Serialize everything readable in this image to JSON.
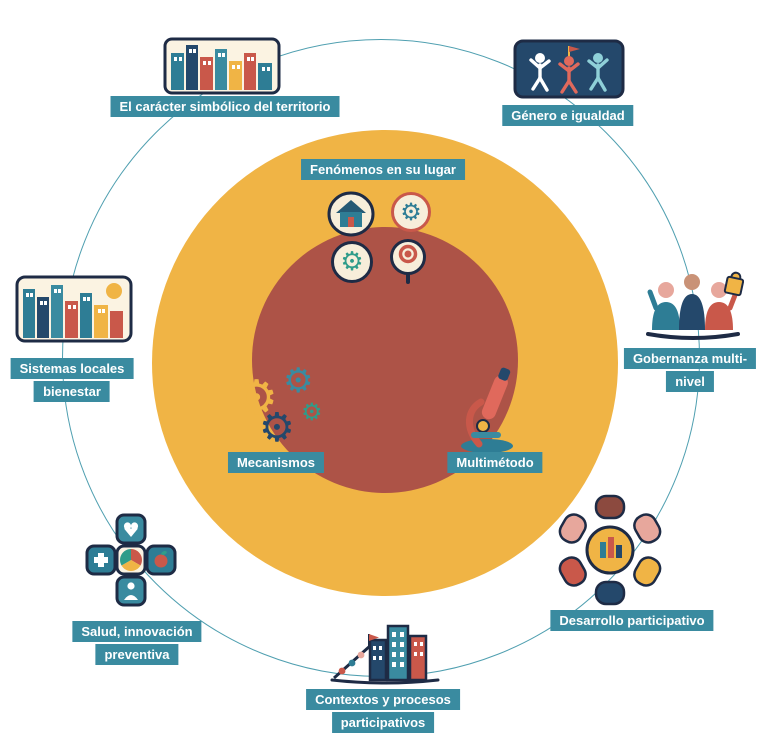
{
  "palette": {
    "teal_label_bg": "#3a8ba0",
    "yellow_circle": "#f0b445",
    "maroon_circle": "#ad5347",
    "orbit_line": "#4f9fb0",
    "dark_navy": "#1e2b45",
    "brick_red": "#c9584a",
    "teal_dark": "#2e7d95",
    "label_text": "#ffffff"
  },
  "center": {
    "fenomenos_label": "Fenómenos en su lugar",
    "mecanismos_label": "Mecanismos",
    "multimetodo_label": "Multimétodo"
  },
  "nodes": {
    "territorio": {
      "label": "El carácter simbólico del territorio",
      "icon": "city-skyline-icon"
    },
    "genero": {
      "label": "Género e igualdad",
      "icon": "people-equality-icon"
    },
    "gobernanza": {
      "label": "Gobernanza multi-\nnivel",
      "icon": "people-puzzle-icon"
    },
    "sistemas": {
      "label": "Sistemas locales\nbienestar",
      "icon": "local-city-icon"
    },
    "desarrollo": {
      "label": "Desarrollo participativo",
      "icon": "hands-circle-icon"
    },
    "salud": {
      "label": "Salud, innovación\npreventiva",
      "icon": "health-cross-icon"
    },
    "contextos": {
      "label": "Contextos y procesos\nparticipativos",
      "icon": "city-people-icon"
    }
  },
  "icons": {
    "gear_glyph": "⚙"
  }
}
